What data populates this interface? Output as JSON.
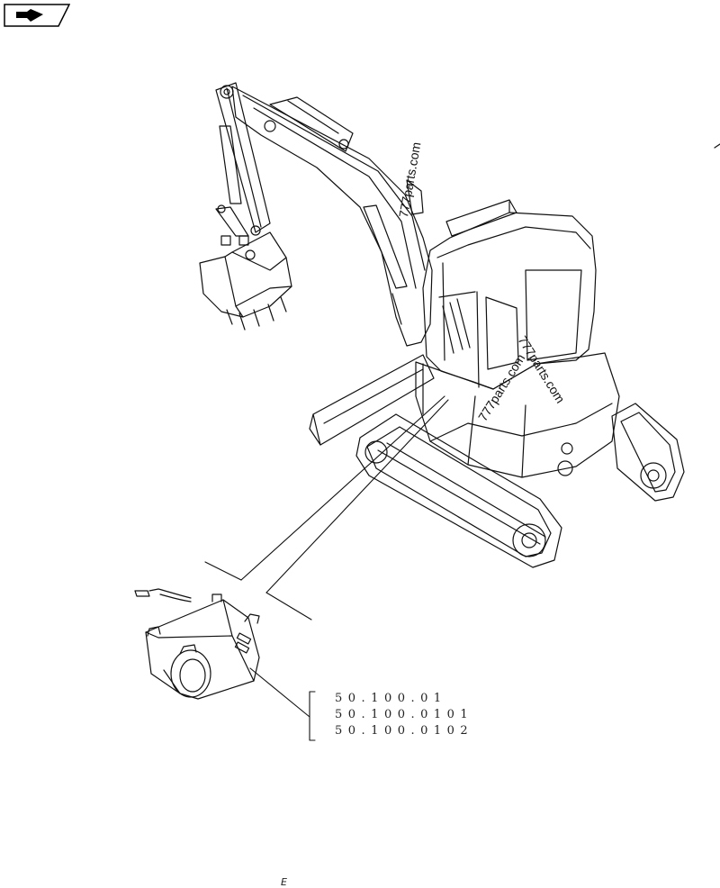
{
  "toolbar": {
    "nav_icon": "forward-arrow-icon"
  },
  "callout": {
    "references": [
      "50.100.01",
      "50.100.0101",
      "50.100.0102"
    ]
  },
  "watermarks": {
    "boom": "777parts.com",
    "cab_1": "777parts.com",
    "cab_2": "777parts.com"
  },
  "page_mark": "E"
}
